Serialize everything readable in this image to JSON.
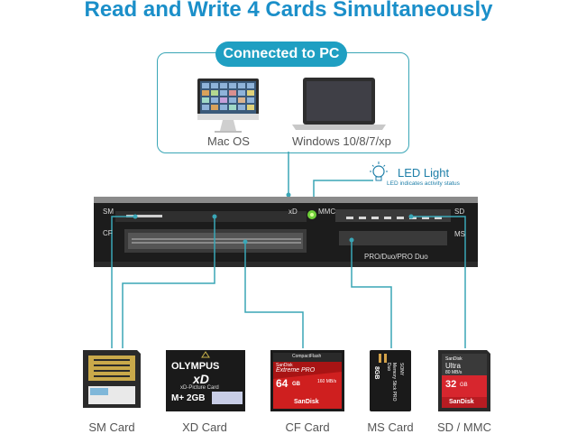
{
  "title": "Read and Write 4 Cards Simultaneously",
  "connected": {
    "label": "Connected to PC",
    "os": [
      "Mac OS",
      "Windows 10/8/7/xp"
    ]
  },
  "led": {
    "title": "LED Light",
    "subtitle": "LED indicates activity status"
  },
  "reader_labels": {
    "sm": "SM",
    "cf": "CF",
    "xd": "xD",
    "mmc": "MMC",
    "sd": "SD",
    "ms": "MS",
    "ms_sub": "PRO/Duo/PRO Duo"
  },
  "cards": [
    {
      "label": "SM Card"
    },
    {
      "label": "XD Card",
      "brand": "OLYMPUS",
      "logo": "xD",
      "sub": "xD-Picture Card",
      "cap": "M+ 2GB"
    },
    {
      "label": "CF Card",
      "top": "CompactFlash",
      "line1": "SanDisk",
      "line2": "Extreme PRO",
      "cap": "64",
      "unit": "GB",
      "speed": "160 MB/s",
      "brand": "SanDisk"
    },
    {
      "label": "MS Card",
      "cap": "8GB",
      "name": "Memory Stick PRO Duo",
      "brand": "SONY"
    },
    {
      "label": "SD / MMC",
      "brand_top": "SanDisk",
      "line": "Ultra",
      "speed": "80 MB/s",
      "cap": "32",
      "unit": "GB",
      "brand": "SanDisk"
    }
  ],
  "colors": {
    "accent": "#1b8fc9",
    "line": "#3aa6b6",
    "led": "#6fd13a"
  }
}
